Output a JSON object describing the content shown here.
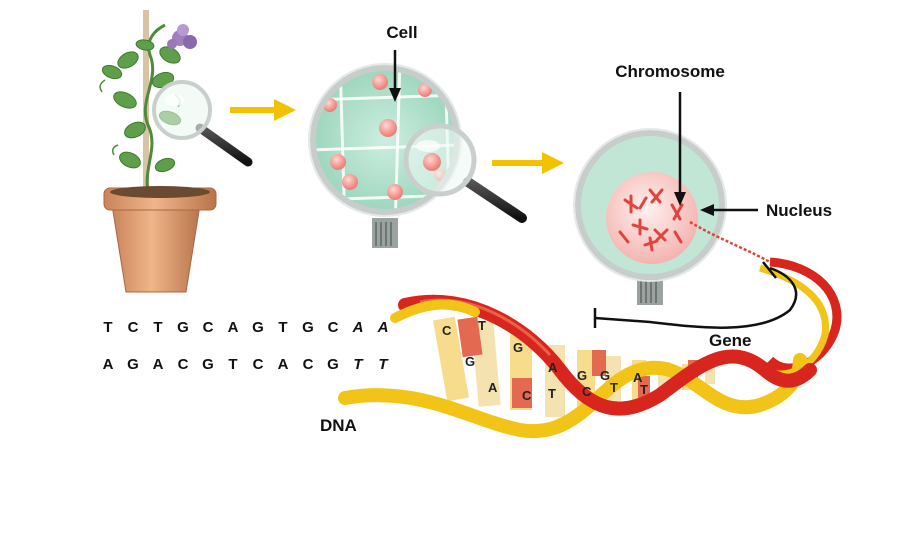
{
  "labels": {
    "cell": "Cell",
    "chromosome": "Chromosome",
    "nucleus": "Nucleus",
    "gene": "Gene",
    "dna": "DNA"
  },
  "sequence": {
    "top": [
      "T",
      "C",
      "T",
      "G",
      "C",
      "A",
      "G",
      "T",
      "G",
      "C",
      "A",
      "A"
    ],
    "bottom": [
      "A",
      "G",
      "A",
      "C",
      "G",
      "T",
      "C",
      "A",
      "C",
      "G",
      "T",
      "T"
    ]
  },
  "helix_bases": [
    "C",
    "G",
    "T",
    "A",
    "G",
    "C",
    "A",
    "T",
    "G",
    "C",
    "G",
    "T",
    "A",
    "T"
  ],
  "colors": {
    "arrow": "#f2c200",
    "helix_red": "#d8261f",
    "helix_yellow": "#f3c418",
    "cell_green": "#a9dcc6",
    "nucleus_pink": "#f08a86",
    "pot": "#d99a68"
  }
}
